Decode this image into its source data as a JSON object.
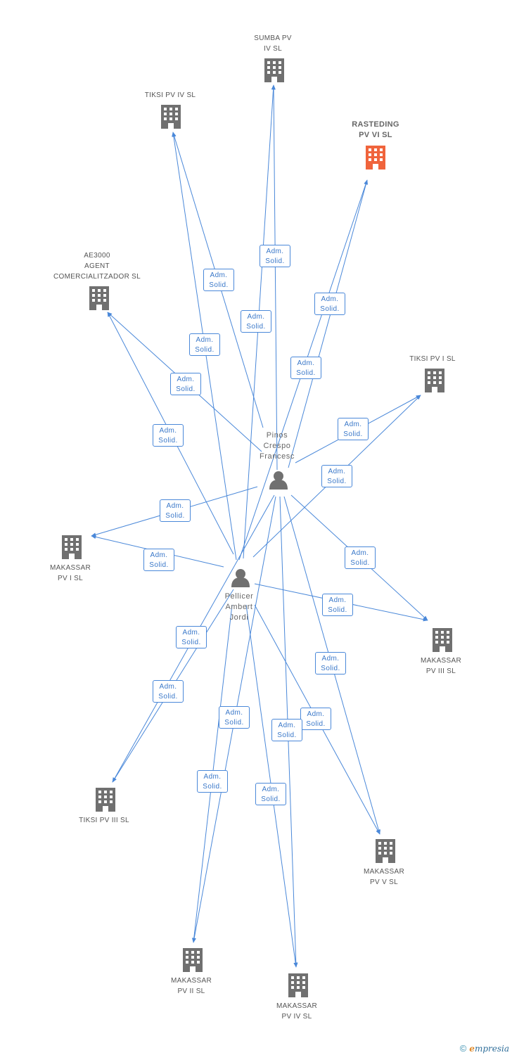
{
  "relation": {
    "line1": "Adm.",
    "line2": "Solid."
  },
  "colors": {
    "edge": "#4a88d9",
    "company": "#707070",
    "focus": "#f0643c",
    "person": "#707070"
  },
  "nodes": [
    {
      "id": "rasteding",
      "label": "RASTEDING\nPV VI SL",
      "type": "company",
      "focus": true
    },
    {
      "id": "sumba",
      "label": "SUMBA PV\nIV SL",
      "type": "company"
    },
    {
      "id": "tiksi4",
      "label": "TIKSI PV IV SL",
      "type": "company"
    },
    {
      "id": "ae3000",
      "label": "AE3000\nAGENT\nCOMERCIALITZADOR SL",
      "type": "company"
    },
    {
      "id": "tiksi1",
      "label": "TIKSI PV I SL",
      "type": "company"
    },
    {
      "id": "mak1",
      "label": "MAKASSAR\nPV I SL",
      "type": "company"
    },
    {
      "id": "mak3",
      "label": "MAKASSAR\nPV III SL",
      "type": "company"
    },
    {
      "id": "tiksi3",
      "label": "TIKSI PV III SL",
      "type": "company"
    },
    {
      "id": "mak5",
      "label": "MAKASSAR\nPV V SL",
      "type": "company"
    },
    {
      "id": "mak2",
      "label": "MAKASSAR\nPV II SL",
      "type": "company"
    },
    {
      "id": "mak4",
      "label": "MAKASSAR\nPV IV SL",
      "type": "company"
    },
    {
      "id": "pinos",
      "label": "Pinos\nCrespo\nFrancesc",
      "type": "person"
    },
    {
      "id": "pellicer",
      "label": "Pellicer\nAmbert\nJordi",
      "type": "person"
    }
  ],
  "edges": [
    {
      "from": "pinos",
      "to": "sumba"
    },
    {
      "from": "pinos",
      "to": "tiksi4"
    },
    {
      "from": "pinos",
      "to": "rasteding"
    },
    {
      "from": "pinos",
      "to": "ae3000"
    },
    {
      "from": "pinos",
      "to": "tiksi1"
    },
    {
      "from": "pinos",
      "to": "mak1"
    },
    {
      "from": "pinos",
      "to": "mak3"
    },
    {
      "from": "pinos",
      "to": "tiksi3"
    },
    {
      "from": "pinos",
      "to": "mak5"
    },
    {
      "from": "pinos",
      "to": "mak2"
    },
    {
      "from": "pinos",
      "to": "mak4"
    },
    {
      "from": "pellicer",
      "to": "sumba"
    },
    {
      "from": "pellicer",
      "to": "tiksi4"
    },
    {
      "from": "pellicer",
      "to": "rasteding"
    },
    {
      "from": "pellicer",
      "to": "ae3000"
    },
    {
      "from": "pellicer",
      "to": "tiksi1"
    },
    {
      "from": "pellicer",
      "to": "mak1"
    },
    {
      "from": "pellicer",
      "to": "mak3"
    },
    {
      "from": "pellicer",
      "to": "tiksi3"
    },
    {
      "from": "pellicer",
      "to": "mak5"
    },
    {
      "from": "pellicer",
      "to": "mak2"
    },
    {
      "from": "pellicer",
      "to": "mak4"
    }
  ],
  "footer": {
    "copyright": "©",
    "brand_initial": "e",
    "brand_rest": "mpresia"
  }
}
